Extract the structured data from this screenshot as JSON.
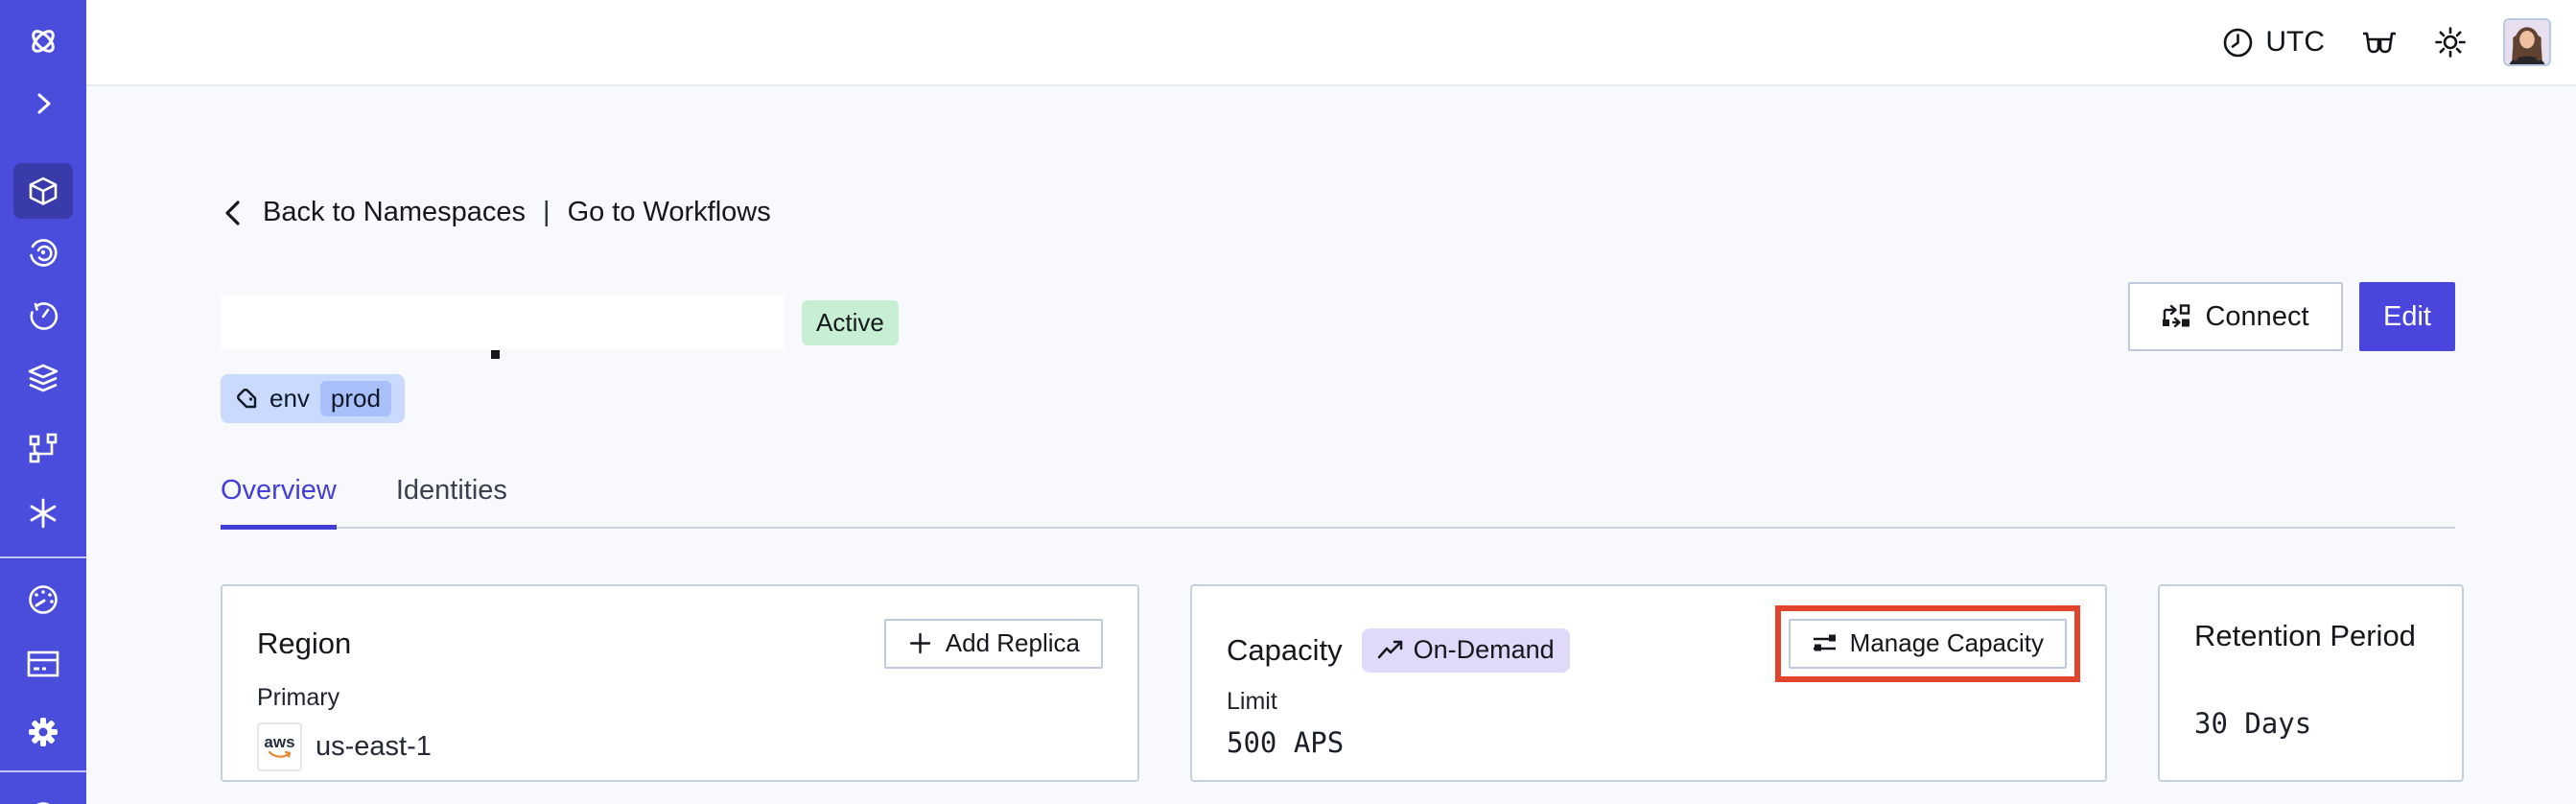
{
  "topbar": {
    "timezone": "UTC",
    "icons": [
      "clock-icon",
      "glasses-icon",
      "sun-icon",
      "avatar"
    ]
  },
  "sidebar": {
    "color": "#4A4CDB",
    "selected_item": "namespaces",
    "items": [
      {
        "icon": "temporal-logo"
      },
      {
        "icon": "chevron-right-icon"
      },
      {
        "icon": "cube-icon",
        "selected": true
      },
      {
        "icon": "spiral-icon"
      },
      {
        "icon": "countdown-clock-icon"
      },
      {
        "icon": "layers-icon"
      },
      {
        "icon": "branch-icon"
      },
      {
        "icon": "asterisk-icon"
      },
      {
        "icon": "gauge-icon"
      },
      {
        "icon": "credit-card-icon"
      },
      {
        "icon": "gear-icon"
      },
      {
        "icon": "partial-circle-icon"
      }
    ]
  },
  "breadcrumb": {
    "back": "Back to Namespaces",
    "separator": "|",
    "forward": "Go to Workflows"
  },
  "namespace": {
    "status": "Active",
    "tag_key": "env",
    "tag_value": "prod"
  },
  "actions": {
    "connect": "Connect",
    "edit": "Edit"
  },
  "tabs": [
    {
      "label": "Overview",
      "active": true
    },
    {
      "label": "Identities",
      "active": false
    }
  ],
  "cards": {
    "region": {
      "title": "Region",
      "add_replica": "Add Replica",
      "label": "Primary",
      "provider": "aws",
      "value": "us-east-1"
    },
    "capacity": {
      "title": "Capacity",
      "badge": "On-Demand",
      "manage": "Manage Capacity",
      "label": "Limit",
      "value": "500 APS"
    },
    "retention": {
      "title": "Retention Period",
      "value": "30 Days"
    }
  },
  "colors": {
    "accent_indigo": "#4A46DD",
    "sidebar": "#4A4CDB",
    "active_badge_bg": "#C7EFD3",
    "tag_bg": "#C9DAFE",
    "tag_chip_bg": "#A9BFFA",
    "ondemand_badge_bg": "#E0D9F9",
    "highlight_box": "#E2432B",
    "aws_orange": "#E8862D"
  }
}
